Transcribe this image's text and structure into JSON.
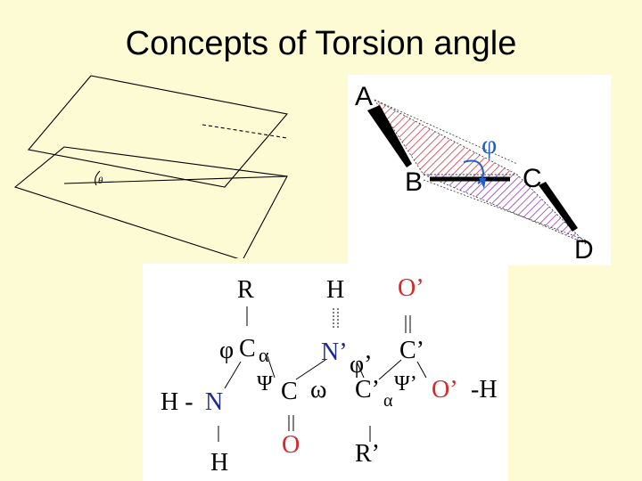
{
  "slide": {
    "title": "Concepts of Torsion angle"
  },
  "planes_figure": {
    "angle_label": "θ"
  },
  "torsion_figure": {
    "atom_a": "A",
    "atom_b": "B",
    "atom_c": "C",
    "atom_d": "D",
    "phi_label": "φ"
  },
  "peptide_figure": {
    "r": "R",
    "h_top": "H",
    "o_prime_top": "O’",
    "phi": "φ",
    "c_alpha_c": "C",
    "c_alpha_alpha": "α",
    "n_prime": "N’",
    "phi_prime": "φ’",
    "c_prime_top": "C’",
    "h_n": "H -",
    "n": "N",
    "psi": "Ψ",
    "c_mid": "C",
    "omega": "ω",
    "c_prime_mid": "C’",
    "alpha_prime": "α",
    "psi_prime": "Ψ’",
    "o_prime_right": "O’",
    "h_right": "-H",
    "h_bottom": "H",
    "o_bottom": "O",
    "r_prime": "R’"
  },
  "colors": {
    "background": "#fdfbd3",
    "red_hatch": "#d03a4a",
    "purple_hatch": "#8a3ab8",
    "blue": "#1f5fd0",
    "red_text": "#d42a2a",
    "navy_text": "#1f2a8c"
  }
}
